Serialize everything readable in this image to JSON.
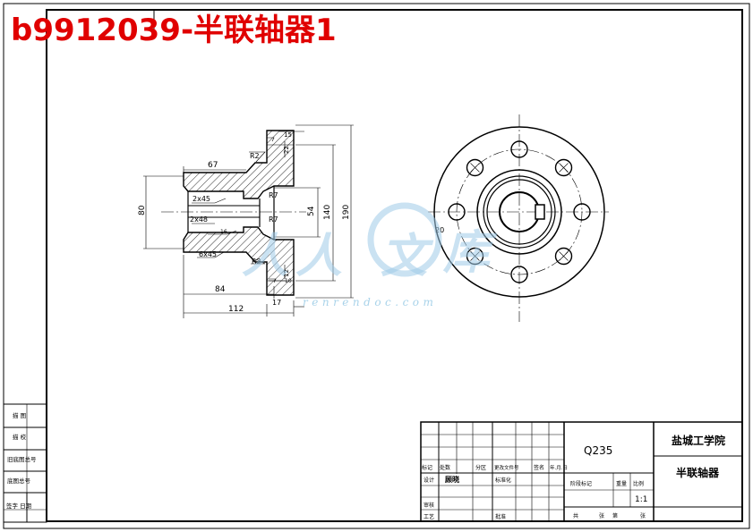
{
  "header": {
    "title": "b9912039-半联轴器1"
  },
  "watermark": {
    "chars": [
      "人",
      "人",
      "文",
      "库"
    ],
    "url": "renrendoc.com"
  },
  "dimensions": {
    "d15": "15",
    "d22": "22",
    "dR2_top": "R2",
    "d67": "67",
    "dR7_top": "R7",
    "d2x45_top": "2x45",
    "d80": "80",
    "d54": "54",
    "d140": "140",
    "d190": "190",
    "d2x48": "2x48",
    "dR7_bot": "R7",
    "d16": "16",
    "d6x45": "6x45",
    "dR2_bot": "R2",
    "d12": "12",
    "d10": "10",
    "d84": "84",
    "d112": "112",
    "d17": "17",
    "d20": "20"
  },
  "left_block": {
    "rows": [
      "描 图",
      "描 校",
      "旧底图总号",
      "底图总号",
      "签字  日期"
    ]
  },
  "title_block": {
    "material": "Q235",
    "school": "盐城工学院",
    "part_name": "半联轴器",
    "scale": "1:1",
    "header_row": [
      "标记",
      "处数",
      "分区",
      "更改文件号",
      "签名",
      "年.月.日"
    ],
    "design": "设计",
    "designer": "顾晓",
    "standardize": "标准化",
    "stage_mark": "阶段标记",
    "weight": "重量",
    "scale_label": "比例",
    "check": "审核",
    "process": "工艺",
    "approve": "批准",
    "sheets": [
      "共",
      "张",
      "第",
      "张"
    ]
  },
  "colors": {
    "line": "#000000",
    "title_red": "#e00000",
    "watermark": "#9fcbe8"
  }
}
